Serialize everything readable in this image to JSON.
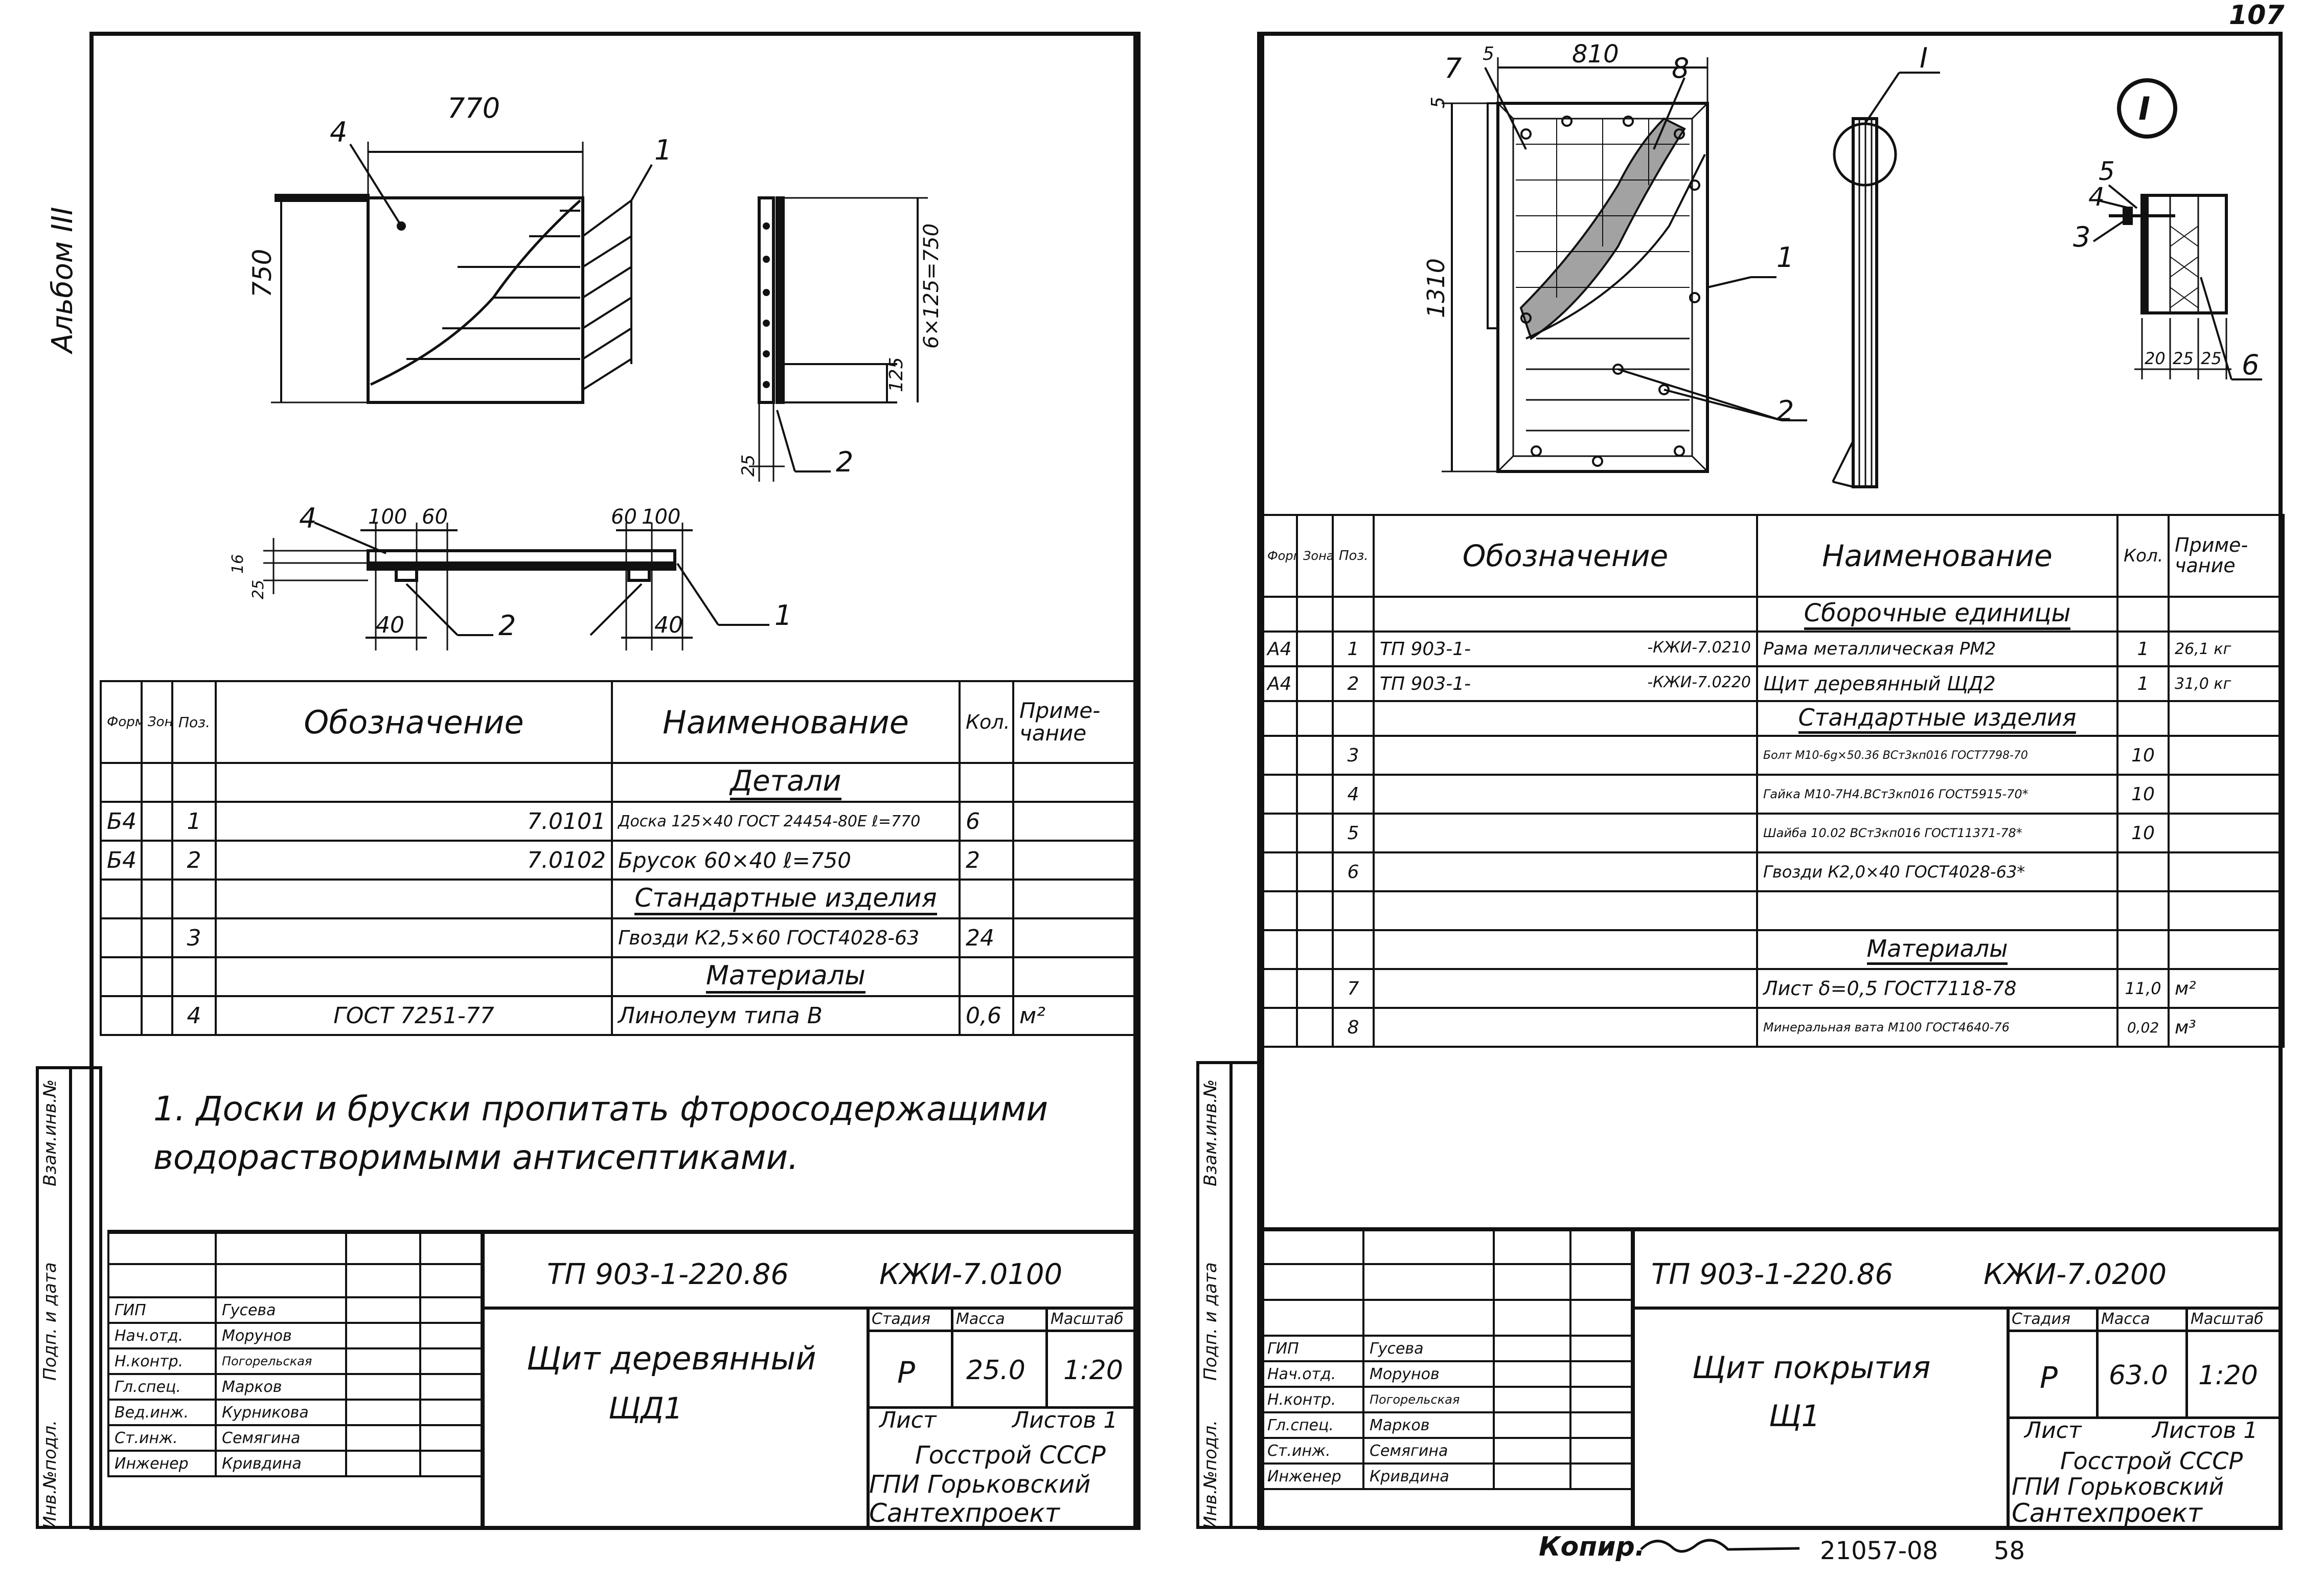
{
  "margin": {
    "album": "Альбом III",
    "page_number": "107"
  },
  "left": {
    "dims": {
      "w": "770",
      "h": "750",
      "t16": "16",
      "t25": "25",
      "a100a": "100",
      "a60a": "60",
      "a60b": "60",
      "a100b": "100",
      "a40a": "40",
      "a40b": "40",
      "side_spacing": "6×125=750",
      "side_gap": "125",
      "side_t": "25"
    },
    "callouts": {
      "c1": "1",
      "c2": "2",
      "c4": "4",
      "c1b": "1",
      "c2b": "2",
      "c4b": "4"
    },
    "table": {
      "headers": {
        "format": "Формат",
        "zone": "Зона",
        "pos": "Поз.",
        "designation": "Обозначение",
        "name": "Наименование",
        "qty": "Кол.",
        "note": "Приме-чание"
      },
      "rows": [
        {
          "format": "",
          "pos": "",
          "designation": "",
          "name": "Детали",
          "qty": "",
          "note": "",
          "section": true
        },
        {
          "format": "Б4",
          "pos": "1",
          "designation": "7.0101",
          "name": "Доска 125×40 ГОСТ 24454-80Е ℓ=770",
          "qty": "6",
          "note": ""
        },
        {
          "format": "Б4",
          "pos": "2",
          "designation": "7.0102",
          "name": "Брусок 60×40      ℓ=750",
          "qty": "2",
          "note": ""
        },
        {
          "format": "",
          "pos": "",
          "designation": "",
          "name": "Стандартные изделия",
          "qty": "",
          "note": "",
          "section": true
        },
        {
          "format": "",
          "pos": "3",
          "designation": "",
          "name": "Гвозди К2,5×60 ГОСТ4028-63",
          "qty": "24",
          "note": ""
        },
        {
          "format": "",
          "pos": "",
          "designation": "",
          "name": "Материалы",
          "qty": "",
          "note": "",
          "section": true
        },
        {
          "format": "",
          "pos": "4",
          "designation": "ГОСТ 7251-77",
          "name": "Линолеум типа В",
          "qty": "0,6",
          "note": "м²"
        }
      ]
    },
    "note_line1": "1. Доски и бруски пропитать фторосодержащими",
    "note_line2": "водорастворимыми антисептиками.",
    "stamp": {
      "project": "ТП 903-1-220.86",
      "code": "КЖИ-7.0100",
      "title1": "Щит деревянный",
      "title2": "ЩД1",
      "h_stage": "Стадия",
      "h_mass": "Масса",
      "h_scale": "Масштаб",
      "stage": "Р",
      "mass": "25.0",
      "scale": "1:20",
      "sheet": "Лист",
      "sheets": "Листов 1",
      "org1": "Госстрой СССР",
      "org2": "ГПИ Горьковский",
      "org3": "Сантехпроект",
      "roles": [
        "ГИП",
        "Нач.отд.",
        "Н.контр.",
        "Гл.спец.",
        "Вед.инж.",
        "Ст.инж.",
        "Инженер"
      ],
      "names": [
        "Гусева",
        "Морунов",
        "Погорельская",
        "Марков",
        "Курникова",
        "Семягина",
        "Кривдина"
      ]
    },
    "vlabels": [
      "Инв.№подл.",
      "Подп. и дата",
      "Взам.инв.№"
    ]
  },
  "right": {
    "dims": {
      "w": "810",
      "h": "1310",
      "t5": "5",
      "t5b": "5",
      "d20": "20",
      "d25a": "25",
      "d25b": "25"
    },
    "callouts": {
      "c7": "7",
      "c8": "8",
      "c1": "1",
      "c2": "2",
      "cI": "I",
      "cIb": "I",
      "c5": "5",
      "c4": "4",
      "c3": "3",
      "c6": "6"
    },
    "table": {
      "headers": {
        "format": "Формат",
        "zone": "Зона",
        "pos": "Поз.",
        "designation": "Обозначение",
        "name": "Наименование",
        "qty": "Кол.",
        "note": "Приме-чание"
      },
      "rows": [
        {
          "format": "",
          "pos": "",
          "d1": "",
          "d2": "",
          "name": "Сборочные единицы",
          "qty": "",
          "note": "",
          "section": true
        },
        {
          "format": "А4",
          "pos": "1",
          "d1": "ТП 903-1-",
          "d2": "-КЖИ-7.0210",
          "name": "Рама металлическая РМ2",
          "qty": "1",
          "note": "26,1 кг"
        },
        {
          "format": "А4",
          "pos": "2",
          "d1": "ТП 903-1-",
          "d2": "-КЖИ-7.0220",
          "name": "Щит деревянный ЩД2",
          "qty": "1",
          "note": "31,0 кг"
        },
        {
          "format": "",
          "pos": "",
          "d1": "",
          "d2": "",
          "name": "Стандартные изделия",
          "qty": "",
          "note": "",
          "section": true
        },
        {
          "format": "",
          "pos": "3",
          "d1": "",
          "d2": "",
          "name": "Болт М10-6g×50.36 ВСт3кп016 ГОСТ7798-70",
          "qty": "10",
          "note": ""
        },
        {
          "format": "",
          "pos": "4",
          "d1": "",
          "d2": "",
          "name": "Гайка М10-7Н4.ВСт3кп016 ГОСТ5915-70*",
          "qty": "10",
          "note": ""
        },
        {
          "format": "",
          "pos": "5",
          "d1": "",
          "d2": "",
          "name": "Шайба 10.02 ВСт3кп016 ГОСТ11371-78*",
          "qty": "10",
          "note": ""
        },
        {
          "format": "",
          "pos": "6",
          "d1": "",
          "d2": "",
          "name": "Гвозди К2,0×40 ГОСТ4028-63*",
          "qty": "",
          "note": ""
        },
        {
          "format": "",
          "pos": "",
          "d1": "",
          "d2": "",
          "name": "",
          "qty": "",
          "note": ""
        },
        {
          "format": "",
          "pos": "",
          "d1": "",
          "d2": "",
          "name": "Материалы",
          "qty": "",
          "note": "",
          "section": true
        },
        {
          "format": "",
          "pos": "7",
          "d1": "",
          "d2": "",
          "name": "Лист δ=0,5 ГОСТ7118-78",
          "qty": "11,0",
          "note": "м²"
        },
        {
          "format": "",
          "pos": "8",
          "d1": "",
          "d2": "",
          "name": "Минеральная вата М100 ГОСТ4640-76",
          "qty": "0,02",
          "note": "м³"
        }
      ]
    },
    "stamp": {
      "project": "ТП 903-1-220.86",
      "code": "КЖИ-7.0200",
      "title1": "Щит покрытия",
      "title2": "Щ1",
      "h_stage": "Стадия",
      "h_mass": "Масса",
      "h_scale": "Масштаб",
      "stage": "Р",
      "mass": "63.0",
      "scale": "1:20",
      "sheet": "Лист",
      "sheets": "Листов 1",
      "org1": "Госстрой СССР",
      "org2": "ГПИ Горьковский",
      "org3": "Сантехпроект",
      "roles": [
        "ГИП",
        "Нач.отд.",
        "Н.контр.",
        "Гл.спец.",
        "Ст.инж.",
        "Инженер"
      ],
      "names": [
        "Гусева",
        "Морунов",
        "Погорельская",
        "Марков",
        "Семягина",
        "Кривдина"
      ]
    },
    "vlabels": [
      "Инв.№подл.",
      "Подп. и дата",
      "Взам.инв.№"
    ]
  },
  "footer": {
    "copy": "Копир.",
    "number": "21057-08",
    "sheet": "58"
  }
}
